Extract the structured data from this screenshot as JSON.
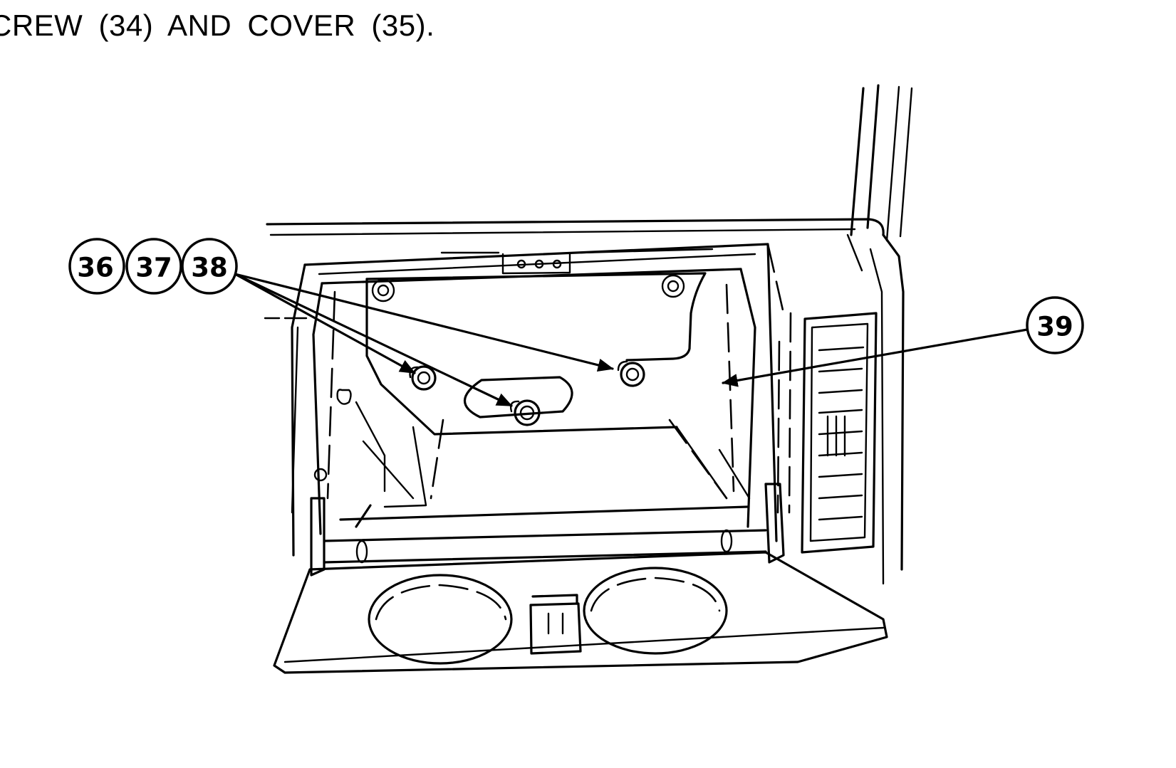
{
  "caption": "CREW (34) AND COVER (35).",
  "callouts": [
    {
      "id": "36",
      "label": "36"
    },
    {
      "id": "37",
      "label": "37"
    },
    {
      "id": "38",
      "label": "38"
    },
    {
      "id": "39",
      "label": "39"
    }
  ]
}
